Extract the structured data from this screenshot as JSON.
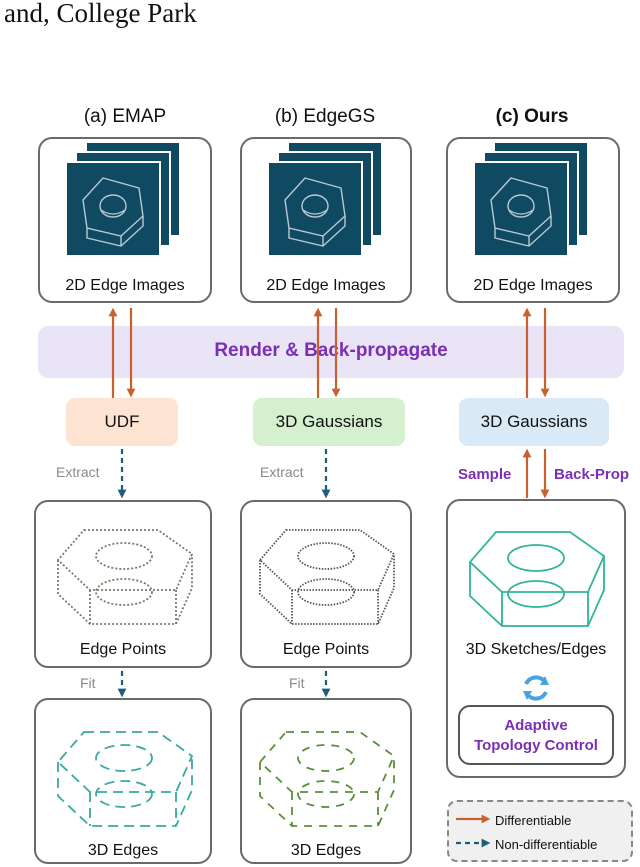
{
  "header_text": "and, College Park",
  "columns": [
    {
      "title": "(a) EMAP",
      "images_label": "2D Edge Images",
      "node": "UDF",
      "extract": "Extract",
      "points_label": "Edge Points",
      "fit": "Fit",
      "edges_label": "3D Edges"
    },
    {
      "title": "(b) EdgeGS",
      "images_label": "2D Edge Images",
      "node": "3D Gaussians",
      "extract": "Extract",
      "points_label": "Edge Points",
      "fit": "Fit",
      "edges_label": "3D Edges"
    },
    {
      "title": "(c) Ours",
      "images_label": "2D Edge Images",
      "node": "3D Gaussians",
      "sample": "Sample",
      "backprop": "Back-Prop",
      "sketch_label": "3D Sketches/Edges",
      "atc_line1": "Adaptive",
      "atc_line2": "Topology Control"
    }
  ],
  "band_label": "Render & Back-propagate",
  "legend": {
    "differentiable": "Differentiable",
    "non_differentiable": "Non-differentiable"
  },
  "colors": {
    "image_fill": "#0f4a62",
    "udf_fill": "#fde3d2",
    "gs_b_fill": "#d4f0cf",
    "gs_c_fill": "#d9e9f6",
    "band_fill": "#e9e5f7",
    "accent_purple": "#7b2fb4",
    "diff_arrow": "#c9612f",
    "nondiff_arrow": "#1d5f7a"
  }
}
